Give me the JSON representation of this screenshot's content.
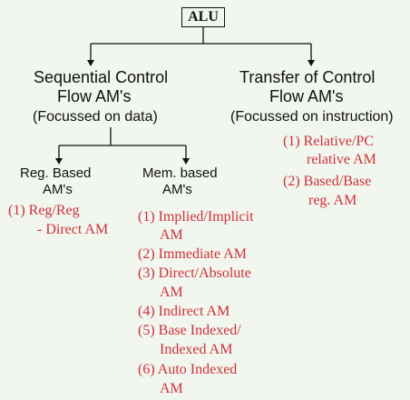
{
  "root": {
    "label": "ALU"
  },
  "branches": {
    "sequential": {
      "title_line1": "Sequential Control",
      "title_line2": "Flow AM's",
      "note": "(Focussed on data)"
    },
    "transfer": {
      "title_line1": "Transfer of Control",
      "title_line2": "Flow AM's",
      "note": "(Focussed on instruction)",
      "items": [
        [
          "(1) Relative/PC",
          "relative AM"
        ],
        [
          "(2) Based/Base",
          "reg. AM"
        ]
      ]
    }
  },
  "sub_branches": {
    "reg_based": {
      "title_line1": "Reg. Based",
      "title_line2": "AM's",
      "items": [
        [
          "(1) Reg/Reg",
          "- Direct AM"
        ]
      ]
    },
    "mem_based": {
      "title_line1": "Mem. based",
      "title_line2": "AM's",
      "items": [
        [
          "(1) Implied/Implicit",
          "AM"
        ],
        [
          "(2) Immediate AM"
        ],
        [
          "(3) Direct/Absolute",
          "AM"
        ],
        [
          "(4) Indirect AM"
        ],
        [
          "(5) Base Indexed/",
          "Indexed AM"
        ],
        [
          "(6) Auto Indexed",
          "AM"
        ]
      ]
    }
  },
  "colors": {
    "background": "#f1f6ee",
    "line": "#111111",
    "item_text": "#d0303a"
  }
}
